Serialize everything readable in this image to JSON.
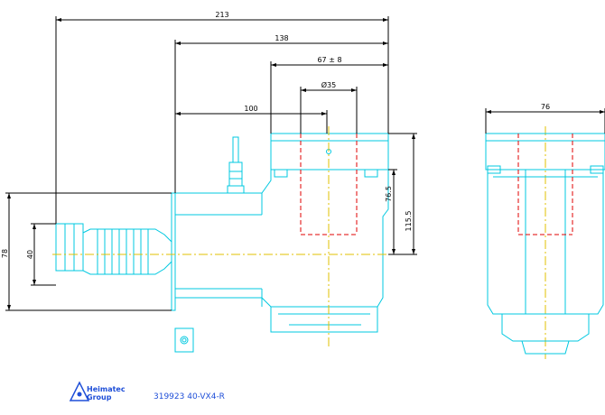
{
  "drawing": {
    "dimensions": {
      "overall_length": "213",
      "body_length": "138",
      "bore_span": "67 ± 8",
      "bore_diameter": "Ø35",
      "spindle_offset": "100",
      "end_view_width": "76",
      "height_small": "76.5",
      "height_total": "115.5",
      "shank_height": "78",
      "shank_diameter": "40"
    },
    "part_number": "319923 40-VX4-R",
    "logo": {
      "line1": "Heimatec",
      "line2": "Group"
    },
    "colors": {
      "outline": "#00c8e0",
      "hidden": "#e00000",
      "centerline": "#e0c000",
      "dimension": "#000000",
      "text_blue": "#1f4fd8"
    }
  }
}
